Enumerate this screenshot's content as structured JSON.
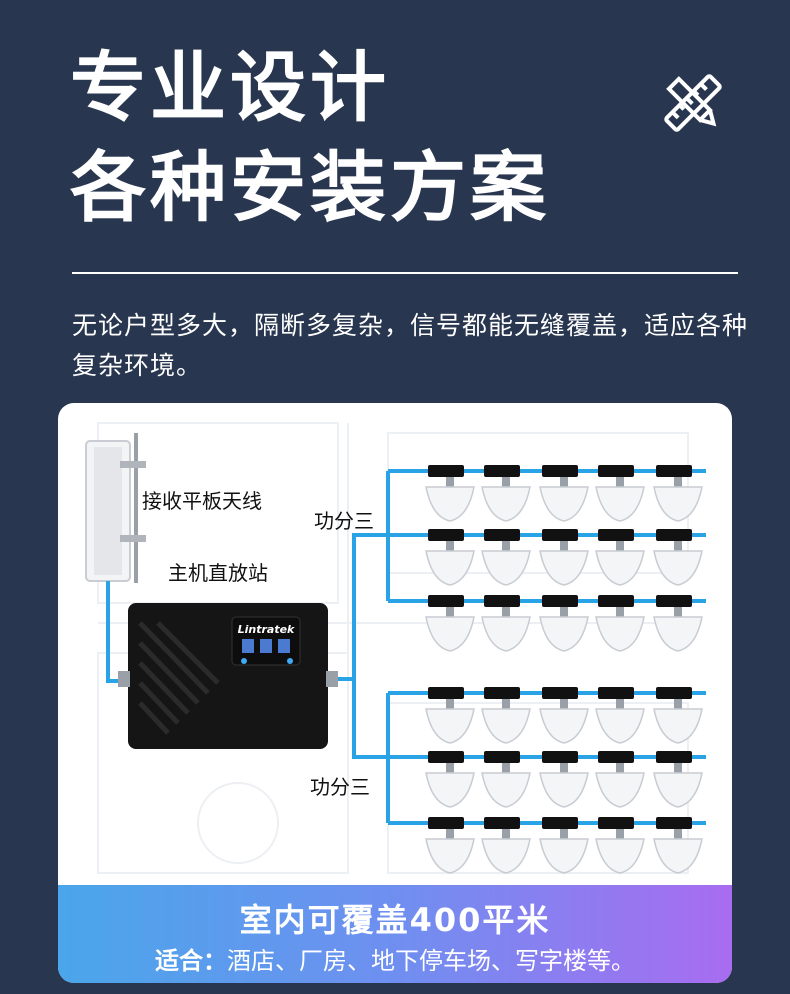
{
  "header": {
    "title_line1": "专业设计",
    "title_line2": "各种安装方案",
    "icon": "ruler-pencil-icon"
  },
  "description": "无论户型多大，隔断多复杂，信号都能无缝覆盖，适应各种复杂环境。",
  "diagram": {
    "antenna_label": "接收平板天线",
    "booster_label": "主机直放站",
    "splitter_top_label": "功分三",
    "splitter_bottom_label": "功分三",
    "brand": "Lintratek",
    "antenna_rows": 6,
    "antennas_per_row": 5
  },
  "banner": {
    "title": "室内可覆盖400平米",
    "sub_label": "适合：",
    "sub_text": "酒店、厂房、地下停车场、写字楼等。"
  },
  "colors": {
    "background": "#28364f",
    "cable": "#2aa3e6",
    "banner_start": "#4aa6ea",
    "banner_end": "#a86cf0"
  }
}
